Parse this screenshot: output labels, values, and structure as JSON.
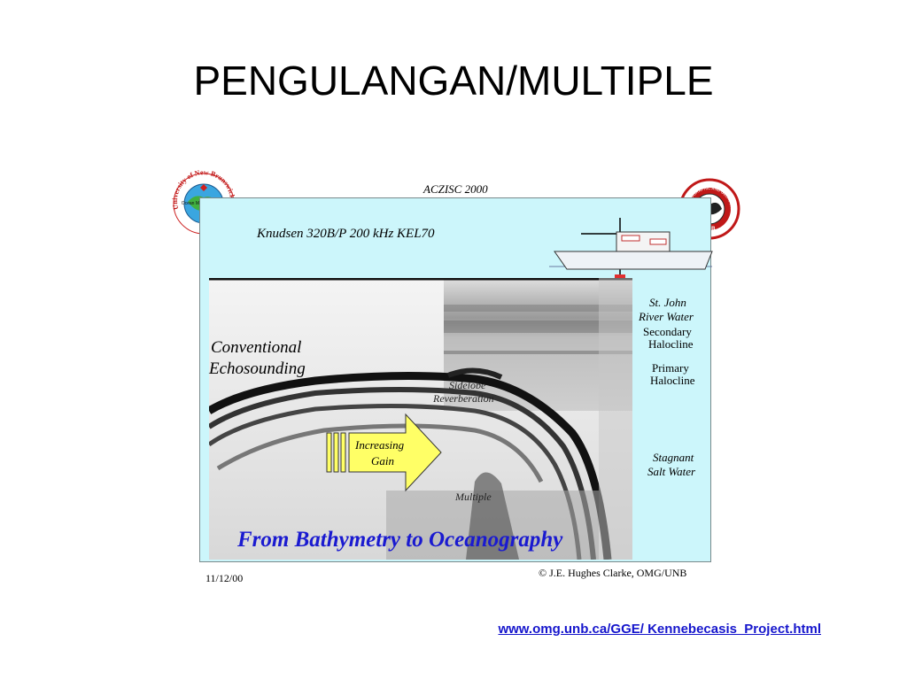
{
  "slide": {
    "title": "PENGULANGAN/MULTIPLE",
    "url": "www.omg.unb.ca/GGE/ Kennebecasis_Project.html"
  },
  "figure": {
    "header": "ACZISC 2000",
    "instrument": "Knudsen 320B/P 200 kHz KEL70",
    "left_label_1": "Conventional",
    "left_label_2": "Echosounding",
    "sidelobe_1": "Sidelobe",
    "sidelobe_2": "Reverberation",
    "gain_1": "Increasing",
    "gain_2": "Gain",
    "multiple": "Multiple",
    "river_1": "St. John",
    "river_2": "River Water",
    "secondary_1": "Secondary",
    "secondary_2": "Halocline",
    "primary_1": "Primary",
    "primary_2": "Halocline",
    "stagnant_1": "Stagnant",
    "stagnant_2": "Salt Water",
    "caption": "From Bathymetry to Oceanography",
    "date": "11/12/00",
    "credit": "© J.E. Hughes Clarke, OMG/UNB",
    "logo_left_text": "University of New Brunswick",
    "logo_left_inner": "Ocean Mapping Group",
    "logo_right_text": "HYDROGRAPHIC AND GEOMATICS ENGINEERING",
    "logo_right_inner": "UNB"
  },
  "colors": {
    "panel": "#ccf6fb",
    "caption": "#1a1ad0",
    "arrow": "#ffff66",
    "url": "#1515cc"
  }
}
